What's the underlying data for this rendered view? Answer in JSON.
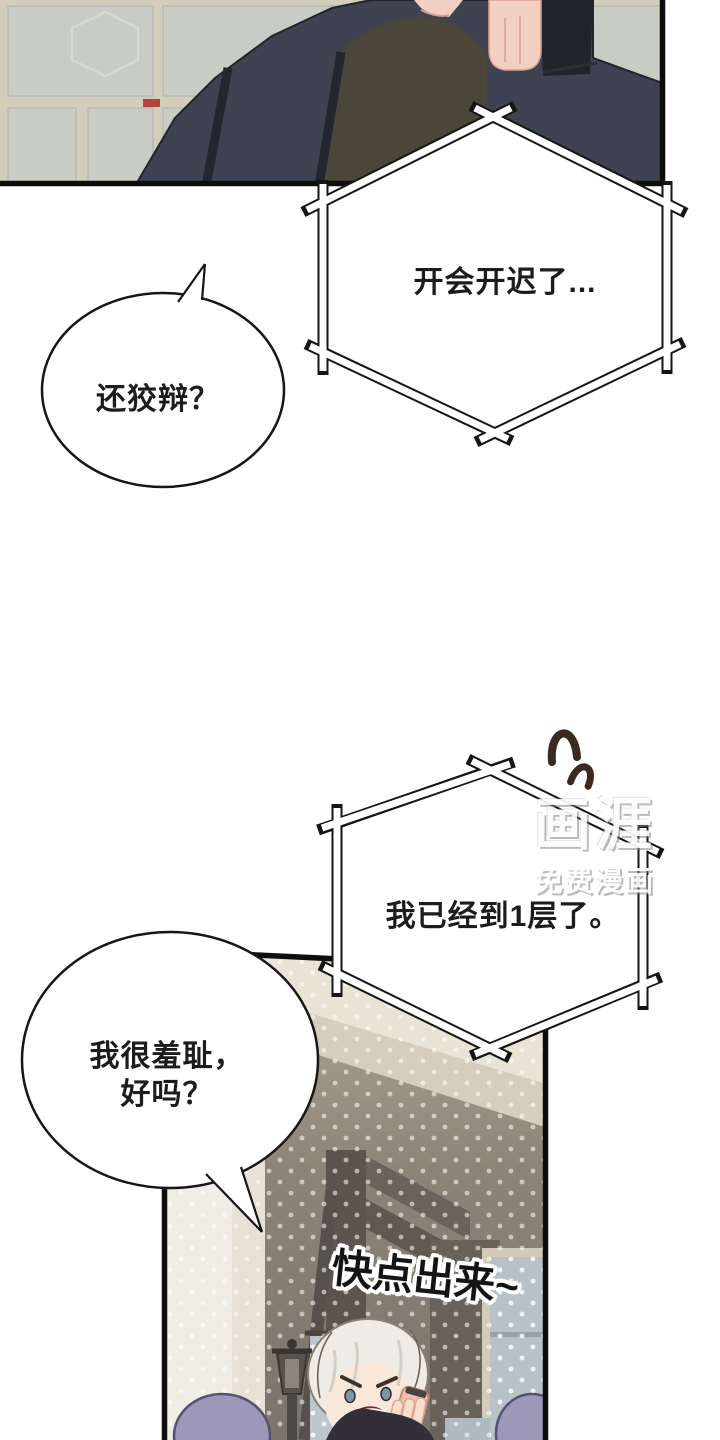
{
  "comic": {
    "bubbles": {
      "meeting_late": "开会开迟了...",
      "still_arguing": "还狡辩？",
      "arrived_first_floor": "我已经到1层了。",
      "embarrassed_line1": "我很羞耻，",
      "embarrassed_line2": "好吗？",
      "come_out": "快点出来~"
    },
    "watermark": {
      "logo": "画涯",
      "tagline": "免费漫画"
    },
    "colors": {
      "panel_border": "#0d0d0d",
      "top_wall_tile": "#c9ccc5",
      "top_wall_grout": "#d3cdbc",
      "coat_navy": "#3e4251",
      "shirt_olive": "#4a4639",
      "skin": "#f2cfc3",
      "bottom_wall_light": "#e6e1d4",
      "bottom_wall_dark": "#857b6f",
      "window_pane_blue": "#b6c1c8",
      "bush_purple": "#9d97b8",
      "hair_white": "#efece6",
      "mouth_red": "#c8404b",
      "phone_pink": "#f5bcae",
      "sigh_marks_brown": "#3a2a1f",
      "bubble_fill": "#ffffff",
      "bubble_stroke": "#151515"
    }
  }
}
